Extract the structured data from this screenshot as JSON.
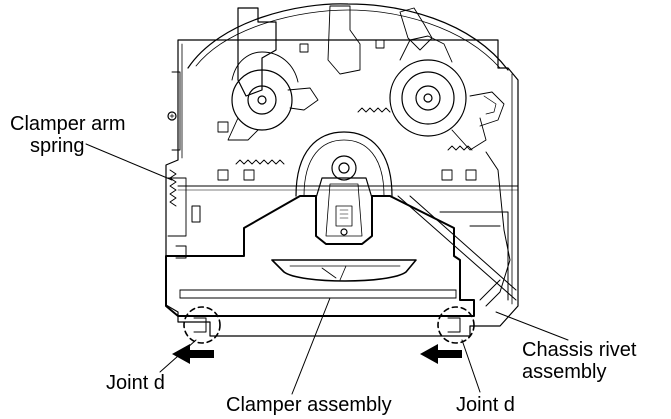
{
  "labels": {
    "clamper_arm_spring_line1": "Clamper arm",
    "clamper_arm_spring_line2": "spring",
    "joint_left": "Joint d",
    "clamper_assembly": "Clamper assembly",
    "joint_right": "Joint d",
    "chassis_rivet_line1": "Chassis rivet",
    "chassis_rivet_line2": "assembly"
  },
  "colors": {
    "ink": "#000000",
    "paper": "#ffffff"
  }
}
